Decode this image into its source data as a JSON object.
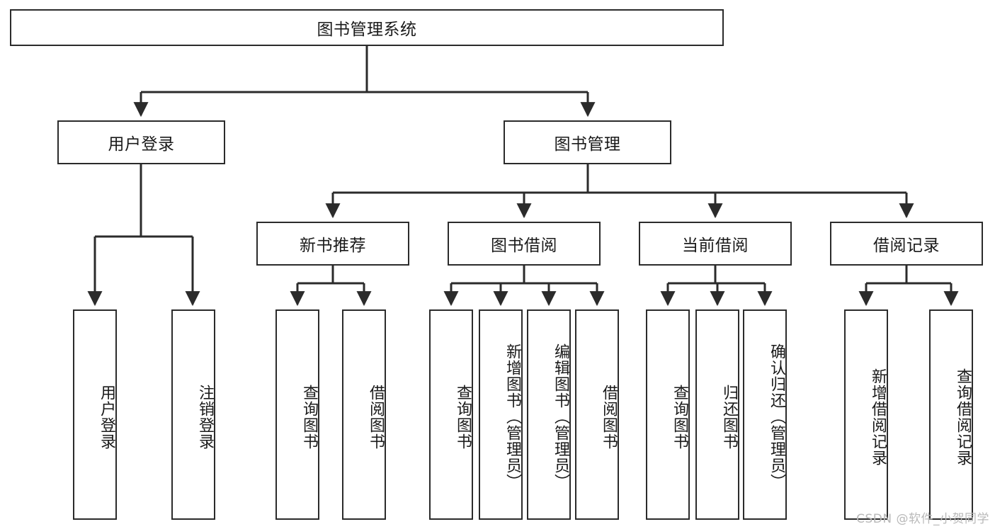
{
  "diagram": {
    "type": "tree-hierarchy-chart",
    "title": "图书管理系统",
    "root": {
      "id": "root",
      "label": "图书管理系统"
    },
    "level2": [
      {
        "id": "user-login",
        "label": "用户登录"
      },
      {
        "id": "book-manage",
        "label": "图书管理"
      }
    ],
    "level3": [
      {
        "id": "new-book-rec",
        "label": "新书推荐"
      },
      {
        "id": "book-borrow",
        "label": "图书借阅"
      },
      {
        "id": "current-borrow",
        "label": "当前借阅"
      },
      {
        "id": "borrow-record",
        "label": "借阅记录"
      }
    ],
    "leaves": {
      "user_login": [
        {
          "id": "leaf-user-login",
          "label": "用户登录"
        },
        {
          "id": "leaf-logout-login",
          "label": "注销登录"
        }
      ],
      "new_book_rec": [
        {
          "id": "leaf-query-book-1",
          "label": "查询图书"
        },
        {
          "id": "leaf-borrow-book-1",
          "label": "借阅图书"
        }
      ],
      "book_borrow": [
        {
          "id": "leaf-query-book-2",
          "label": "查询图书"
        },
        {
          "id": "leaf-add-book",
          "label": "新增图书（管理员）"
        },
        {
          "id": "leaf-edit-book",
          "label": "编辑图书（管理员）"
        },
        {
          "id": "leaf-borrow-book-2",
          "label": "借阅图书"
        }
      ],
      "current_borrow": [
        {
          "id": "leaf-query-book-3",
          "label": "查询图书"
        },
        {
          "id": "leaf-return-book",
          "label": "归还图书"
        },
        {
          "id": "leaf-confirm-return",
          "label": "确认归还（管理员）"
        }
      ],
      "borrow_record": [
        {
          "id": "leaf-add-record",
          "label": "新增借阅记录"
        },
        {
          "id": "leaf-query-record",
          "label": "查询借阅记录"
        }
      ]
    },
    "colors": {
      "stroke": "#2b2b2b",
      "fill": "#ffffff",
      "text": "#1a1a1a",
      "watermark": "#b9b9b9"
    }
  },
  "watermark": {
    "text": "CSDN @软件_小贺同学"
  }
}
